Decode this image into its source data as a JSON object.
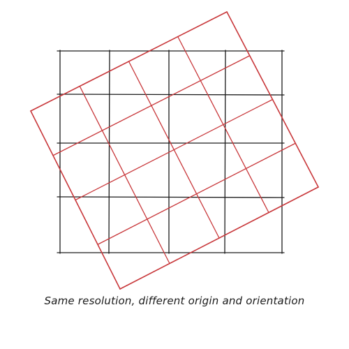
{
  "caption": "Same resolution, different origin and orientation",
  "colors": {
    "background": "#ffffff",
    "original_grid": "#1a1a1a",
    "rotated_grid": "#c8373a"
  },
  "grids": {
    "original": {
      "name": "original-grid",
      "rows": 4,
      "cols": 4
    },
    "rotated": {
      "name": "rotated-grid",
      "rows": 4,
      "cols": 4
    }
  }
}
